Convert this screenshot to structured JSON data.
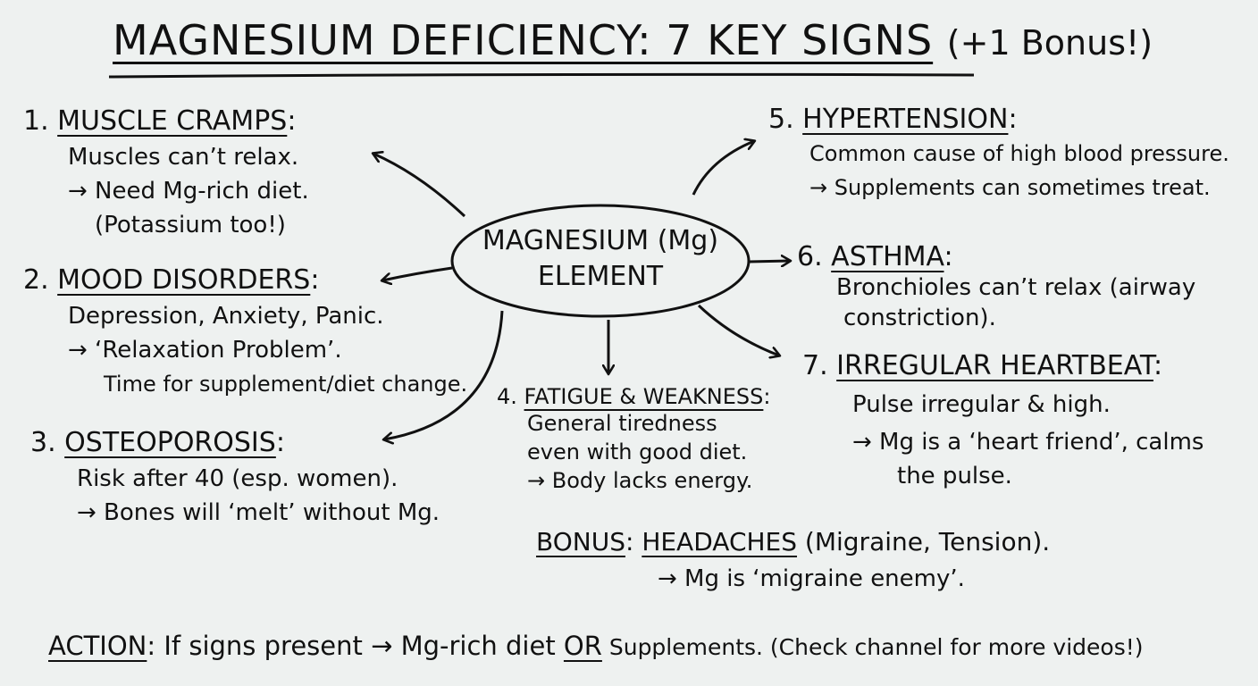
{
  "title": {
    "main": "MAGNESIUM DEFICIENCY: 7 KEY SIGNS",
    "bonus": "(+1 Bonus!)"
  },
  "center": {
    "line1": "MAGNESIUM (Mg)",
    "line2": "ELEMENT"
  },
  "signs": [
    {
      "num": "1.",
      "heading": "MUSCLE CRAMPS",
      "lines": [
        "Muscles can’t relax.",
        "→ Need Mg-rich diet.",
        "(Potassium too!)"
      ]
    },
    {
      "num": "2.",
      "heading": "MOOD DISORDERS",
      "lines": [
        "Depression, Anxiety, Panic.",
        "→ ‘Relaxation Problem’.",
        "Time for supplement/diet change."
      ]
    },
    {
      "num": "3.",
      "heading": "OSTEOPOROSIS",
      "lines": [
        "Risk after 40 (esp. women).",
        "→ Bones will ‘melt’ without Mg."
      ]
    },
    {
      "num": "4.",
      "heading": "FATIGUE & WEAKNESS",
      "lines": [
        "General tiredness",
        "even with good diet.",
        "→ Body lacks energy."
      ]
    },
    {
      "num": "5.",
      "heading": "HYPERTENSION",
      "lines": [
        "Common cause of high blood pressure.",
        "→ Supplements can sometimes treat."
      ]
    },
    {
      "num": "6.",
      "heading": "ASTHMA",
      "lines": [
        "Bronchioles can’t relax (airway",
        "constriction)."
      ]
    },
    {
      "num": "7.",
      "heading": "IRREGULAR HEARTBEAT",
      "lines": [
        "Pulse irregular & high.",
        "→ Mg is a ‘heart friend’, calms",
        "the pulse."
      ]
    }
  ],
  "bonus": {
    "label": "BONUS",
    "heading": "HEADACHES",
    "detail": "(Migraine, Tension).",
    "line": "→ Mg is ‘migraine enemy’."
  },
  "action": {
    "label": "ACTION",
    "text1": ": If signs present → Mg-rich diet ",
    "or": "OR",
    "text2": " Supplements. (Check channel for more videos!)"
  }
}
